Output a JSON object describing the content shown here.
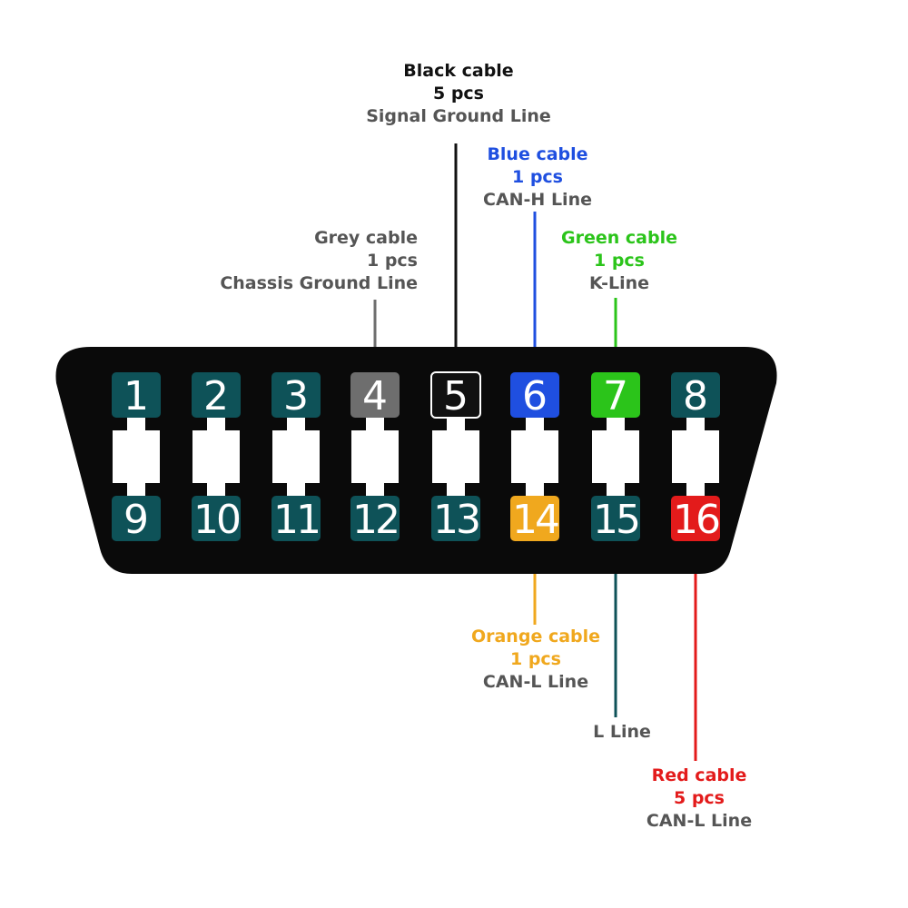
{
  "colors": {
    "connector_body": "#0a0a0a",
    "pin_default": "#0e5258",
    "slot_fill": "#ffffff",
    "black": "#111111",
    "grey": "#6e6e6e",
    "blue": "#1f4fe0",
    "green": "#2bc41a",
    "orange": "#f0a81e",
    "teal": "#0e5258",
    "red": "#e31b1b",
    "description_text": "#555555"
  },
  "pins": [
    {
      "number": "1",
      "color": "#0e5258"
    },
    {
      "number": "2",
      "color": "#0e5258"
    },
    {
      "number": "3",
      "color": "#0e5258"
    },
    {
      "number": "4",
      "color": "#6e6e6e"
    },
    {
      "number": "5",
      "color": "#111111",
      "outlined": true
    },
    {
      "number": "6",
      "color": "#1f4fe0"
    },
    {
      "number": "7",
      "color": "#2bc41a"
    },
    {
      "number": "8",
      "color": "#0e5258"
    },
    {
      "number": "9",
      "color": "#0e5258"
    },
    {
      "number": "10",
      "color": "#0e5258"
    },
    {
      "number": "11",
      "color": "#0e5258"
    },
    {
      "number": "12",
      "color": "#0e5258"
    },
    {
      "number": "13",
      "color": "#0e5258"
    },
    {
      "number": "14",
      "color": "#f0a81e"
    },
    {
      "number": "15",
      "color": "#0e5258"
    },
    {
      "number": "16",
      "color": "#e31b1b"
    }
  ],
  "callouts": {
    "black": {
      "cable": "Black cable",
      "qty": "5 pcs",
      "desc": "Signal Ground Line",
      "color": "#111111"
    },
    "blue": {
      "cable": "Blue cable",
      "qty": "1 pcs",
      "desc": "CAN-H Line",
      "color": "#1f4fe0"
    },
    "grey": {
      "cable": "Grey cable",
      "qty": "1 pcs",
      "desc": "Chassis Ground Line",
      "color": "#6e6e6e"
    },
    "green": {
      "cable": "Green cable",
      "qty": "1 pcs",
      "desc": "K-Line",
      "color": "#2bc41a"
    },
    "orange": {
      "cable": "Orange cable",
      "qty": "1 pcs",
      "desc": "CAN-L Line",
      "color": "#f0a81e"
    },
    "teal": {
      "desc": "L Line",
      "color": "#0e5258"
    },
    "red": {
      "cable": "Red cable",
      "qty": "5 pcs",
      "desc": "CAN-L Line",
      "color": "#e31b1b"
    }
  }
}
